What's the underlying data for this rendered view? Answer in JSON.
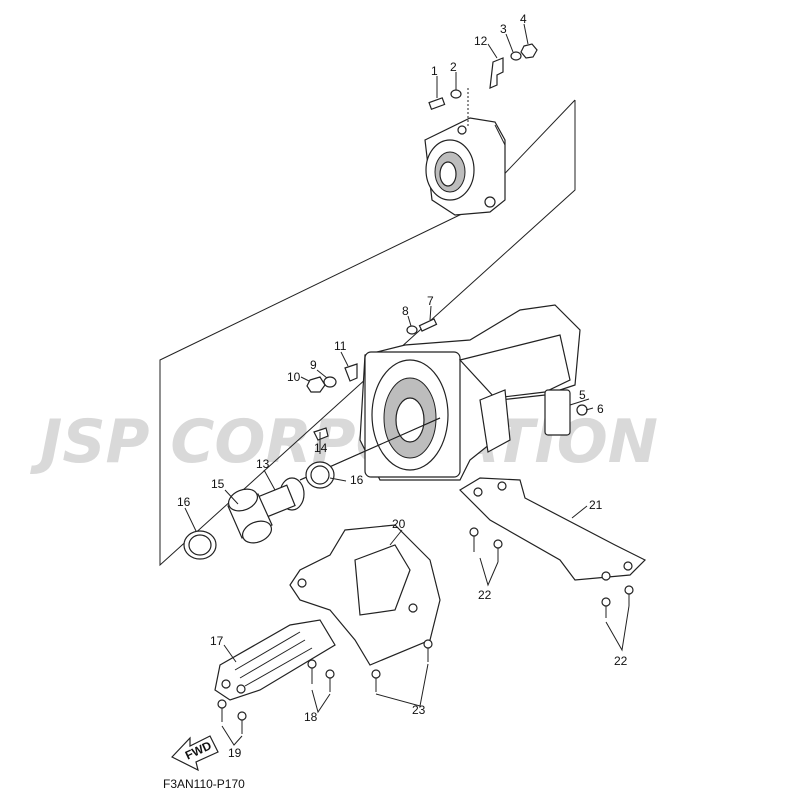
{
  "watermark": "JSP CORPORATION",
  "diagram_code": "F3AN110-P170",
  "fwd_label": "FWD",
  "callouts": {
    "c1": "1",
    "c2": "2",
    "c3": "3",
    "c4": "4",
    "c5": "5",
    "c6": "6",
    "c7": "7",
    "c8": "8",
    "c9": "9",
    "c10": "10",
    "c11": "11",
    "c12": "12",
    "c13": "13",
    "c14": "14",
    "c15": "15",
    "c16a": "16",
    "c16b": "16",
    "c17": "17",
    "c18": "18",
    "c19": "19",
    "c20": "20",
    "c21": "21",
    "c22a": "22",
    "c22b": "22",
    "c23": "23"
  }
}
